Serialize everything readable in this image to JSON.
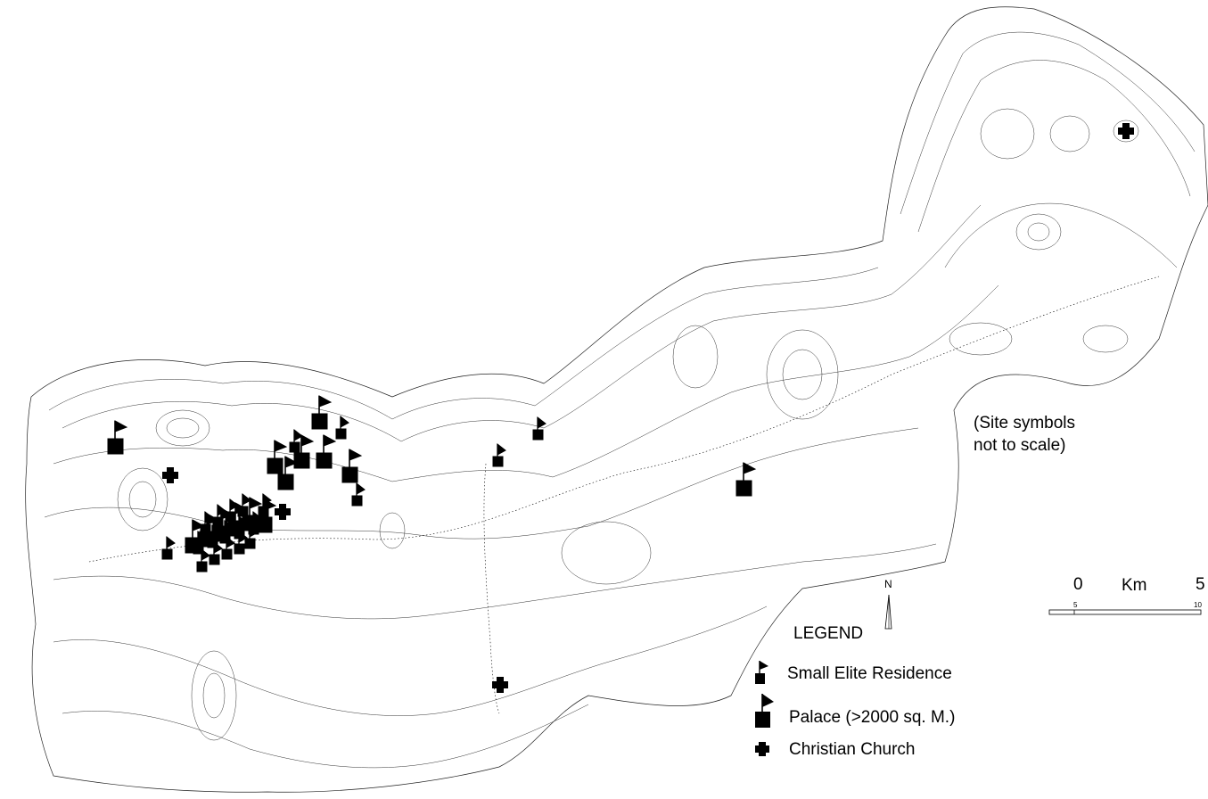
{
  "note": {
    "line1": "(Site symbols",
    "line2": "not to scale)"
  },
  "legend": {
    "title": "LEGEND",
    "items": [
      {
        "icon": "small-elite-residence-icon",
        "label": "Small Elite Residence"
      },
      {
        "icon": "palace-icon",
        "label": "Palace (>2000 sq. M.)"
      },
      {
        "icon": "christian-church-icon",
        "label": "Christian Church"
      }
    ]
  },
  "scale_bar": {
    "start": "0",
    "unit": "Km",
    "end": "5",
    "tick_mid": "5",
    "tick_end": "10"
  },
  "north_arrow": {
    "label": "N"
  },
  "colors": {
    "ink": "#000000",
    "background": "#ffffff"
  }
}
